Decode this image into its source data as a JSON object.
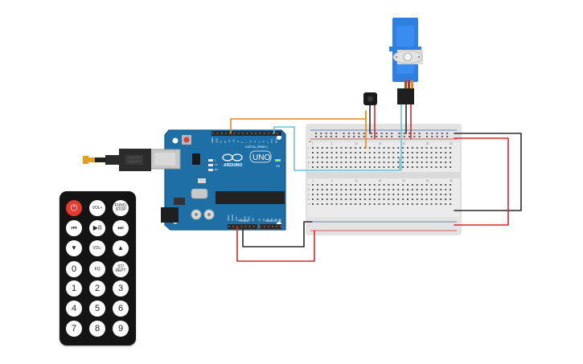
{
  "arduino": {
    "logo": "ARDUINO",
    "model": "UNO",
    "digital_label": "DIGITAL (PWM~)",
    "power_label": "POWER",
    "analog_label": "ANALOG IN",
    "header_top_labels": [
      "AREF",
      "GND",
      "13",
      "12",
      "~11",
      "~10",
      "~9",
      "8",
      "7",
      "~6",
      "~5",
      "4",
      "~3",
      "2",
      "TX 1",
      "RX 0"
    ],
    "header_bottom_labels": [
      "IOREF",
      "RESET",
      "3.3V",
      "5V",
      "GND",
      "GND",
      "Vin",
      "A0",
      "A1",
      "A2",
      "A3",
      "A4",
      "A5"
    ],
    "indicator_labels": [
      "L",
      "TX",
      "RX"
    ],
    "on_label": "ON"
  },
  "breadboard": {
    "column_labels": [
      "1",
      "5",
      "10",
      "15",
      "20",
      "25",
      "30"
    ],
    "row_labels_top": [
      "j",
      "i",
      "h",
      "g",
      "f"
    ],
    "row_labels_bottom": [
      "e",
      "d",
      "c",
      "b",
      "a"
    ]
  },
  "remote": {
    "buttons": [
      {
        "label": "⏻",
        "kind": "power"
      },
      {
        "label": "VOL+",
        "kind": "small"
      },
      {
        "label": "FUNC/ STOP",
        "kind": "small"
      },
      {
        "label": "⏮",
        "kind": "sym"
      },
      {
        "label": "▶II",
        "kind": "sym"
      },
      {
        "label": "⏭",
        "kind": "sym"
      },
      {
        "label": "▼",
        "kind": "sym"
      },
      {
        "label": "VOL-",
        "kind": "small"
      },
      {
        "label": "▲",
        "kind": "sym"
      },
      {
        "label": "0",
        "kind": "num"
      },
      {
        "label": "EQ",
        "kind": "small"
      },
      {
        "label": "ST/ REPT",
        "kind": "small"
      },
      {
        "label": "1",
        "kind": "num"
      },
      {
        "label": "2",
        "kind": "num"
      },
      {
        "label": "3",
        "kind": "num"
      },
      {
        "label": "4",
        "kind": "num"
      },
      {
        "label": "5",
        "kind": "num"
      },
      {
        "label": "6",
        "kind": "num"
      },
      {
        "label": "7",
        "kind": "num"
      },
      {
        "label": "8",
        "kind": "num"
      },
      {
        "label": "9",
        "kind": "num"
      }
    ]
  },
  "colors": {
    "board": "#1d6fa5",
    "board_edge": "#15598a",
    "breadboard": "#e9e9e9",
    "wire_orange": "#e08a1e",
    "wire_teal": "#6fc3d2",
    "wire_red": "#d62828",
    "wire_black": "#2a2a2a",
    "servo": "#2e7fe0",
    "remote_body": "#141414",
    "power_button": "#e53a2f"
  }
}
